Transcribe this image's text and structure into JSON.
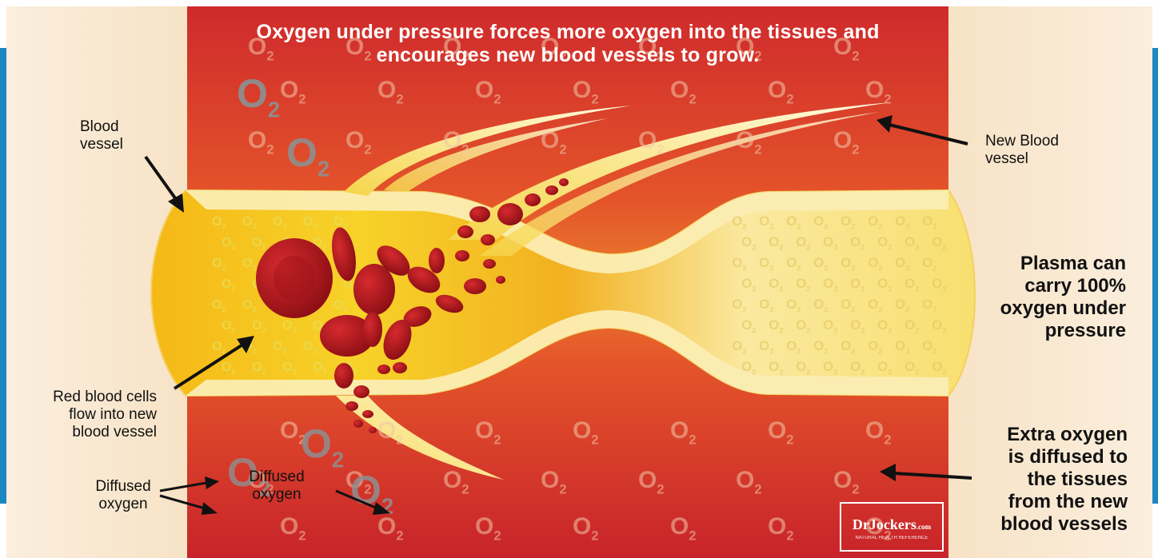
{
  "headline": {
    "line1": "Oxygen under pressure forces more oxygen into the tissues and",
    "line2": "encourages new blood vessels to grow."
  },
  "labels": {
    "blood_vessel": [
      "Blood",
      "vessel"
    ],
    "new_blood_vessel": [
      "New Blood",
      "vessel"
    ],
    "plasma": [
      "Plasma can",
      "carry 100%",
      "oxygen under",
      "pressure"
    ],
    "red_blood_cells": [
      "Red blood cells",
      "flow into new",
      "blood vessel"
    ],
    "diffused_left": [
      "Diffused",
      "oxygen"
    ],
    "diffused_center": [
      "Diffused",
      "oxygen"
    ],
    "extra_oxygen": [
      "Extra oxygen",
      "is diffused to",
      "the tissues",
      "from the new",
      "blood vessels"
    ]
  },
  "molecule": {
    "symbol": "O",
    "subscript": "2"
  },
  "logo": {
    "brand": "DrJockers",
    "suffix": ".com",
    "tagline": "NATURAL HEALTH REFERENCE"
  },
  "colors": {
    "tissue_red": "#c8232a",
    "tissue_orange": "#e8662a",
    "vessel_yellow": "#f6cc22",
    "vessel_wall": "#fbeeb0",
    "plasma_light": "#fbeba3",
    "red_cell": "#b5161d",
    "frame_blue": "#1d87c4"
  }
}
